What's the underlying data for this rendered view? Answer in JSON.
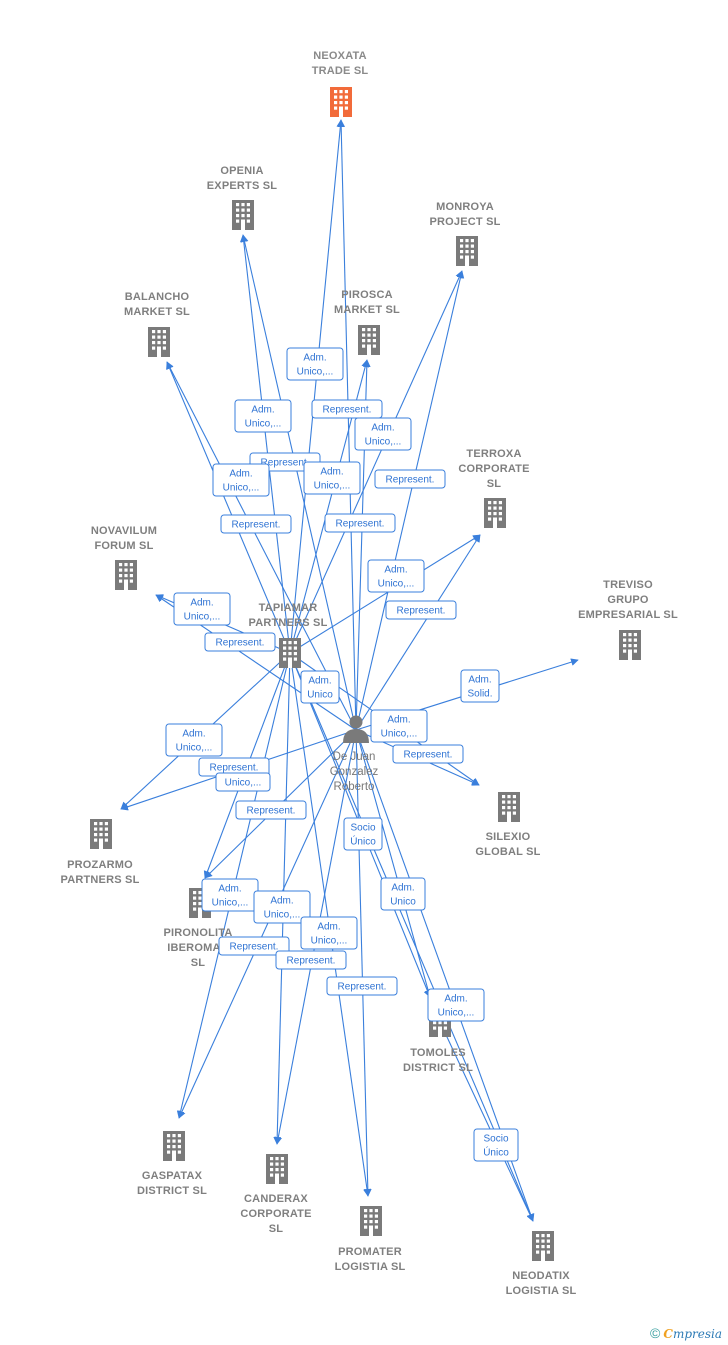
{
  "nodes": [
    {
      "id": "neoxata",
      "lines": [
        "NEOXATA",
        "TRADE  SL"
      ],
      "focus": true
    },
    {
      "id": "openia",
      "lines": [
        "OPENIA",
        "EXPERTS  SL"
      ]
    },
    {
      "id": "monroya",
      "lines": [
        "MONROYA",
        "PROJECT  SL"
      ]
    },
    {
      "id": "balancho",
      "lines": [
        "BALANCHO",
        "MARKET  SL"
      ]
    },
    {
      "id": "pirosca",
      "lines": [
        "PIROSCA",
        "MARKET  SL"
      ]
    },
    {
      "id": "terroxa",
      "lines": [
        "TERROXA",
        "CORPORATE",
        "SL"
      ]
    },
    {
      "id": "novavilum",
      "lines": [
        "NOVAVILUM",
        "FORUM  SL"
      ]
    },
    {
      "id": "treviso",
      "lines": [
        "TREVISO",
        "GRUPO",
        "EMPRESARIAL SL"
      ]
    },
    {
      "id": "tapiamar",
      "lines": [
        "TAPIAMAR",
        "PARTNERS  SL"
      ]
    },
    {
      "id": "silexio",
      "lines": [
        "SILEXIO",
        "GLOBAL  SL"
      ]
    },
    {
      "id": "prozarmo",
      "lines": [
        "PROZARMO",
        "PARTNERS  SL"
      ]
    },
    {
      "id": "pironolita",
      "lines": [
        "PIRONOLITA",
        "IBEROMAR",
        "SL"
      ]
    },
    {
      "id": "tomoles",
      "lines": [
        "TOMOLES",
        "DISTRICT  SL"
      ]
    },
    {
      "id": "gaspatax",
      "lines": [
        "GASPATAX",
        "DISTRICT  SL"
      ]
    },
    {
      "id": "canderax",
      "lines": [
        "CANDERAX",
        "CORPORATE",
        "SL"
      ]
    },
    {
      "id": "promater",
      "lines": [
        "PROMATER",
        "LOGISTIA  SL"
      ]
    },
    {
      "id": "neodatix",
      "lines": [
        "NEODATIX",
        "LOGISTIA  SL"
      ]
    }
  ],
  "person": {
    "id": "person",
    "lines": [
      "De Juan",
      "Gonzalez",
      "Roberto"
    ]
  },
  "relations": [
    [
      "Adm.",
      "Unico,..."
    ],
    [
      "Adm.",
      "Unico,..."
    ],
    [
      "Represent."
    ],
    [
      "Adm.",
      "Unico,..."
    ],
    [
      "Represent."
    ],
    [
      "Adm.",
      "Unico,..."
    ],
    [
      "Adm.",
      "Unico,..."
    ],
    [
      "Represent."
    ],
    [
      "Represent."
    ],
    [
      "Represent."
    ],
    [
      "Adm.",
      "Unico,..."
    ],
    [
      "Represent."
    ],
    [
      "Adm.",
      "Unico,..."
    ],
    [
      "Represent."
    ],
    [
      "Adm.",
      "Unico"
    ],
    [
      "Adm.",
      "Solid."
    ],
    [
      "Adm.",
      "Unico,..."
    ],
    [
      "Represent."
    ],
    [
      "Adm.",
      "Unico,..."
    ],
    [
      "Represent."
    ],
    [
      "Unico,..."
    ],
    [
      "Represent."
    ],
    [
      "Socio",
      "Único"
    ],
    [
      "Adm.",
      "Unico,..."
    ],
    [
      "Adm.",
      "Unico,..."
    ],
    [
      "Adm.",
      "Unico"
    ],
    [
      "Adm.",
      "Unico,..."
    ],
    [
      "Represent."
    ],
    [
      "Represent."
    ],
    [
      "Represent."
    ],
    [
      "Adm.",
      "Unico,..."
    ],
    [
      "Socio",
      "Único"
    ]
  ],
  "colors": {
    "edge": "#3a7fdc",
    "company": "#7a7a7a",
    "focus_company": "#f26b3a",
    "person": "#7a7a7a"
  },
  "footer": {
    "copyright": "©",
    "brand_initial": "C",
    "brand_rest": "mpresia"
  }
}
